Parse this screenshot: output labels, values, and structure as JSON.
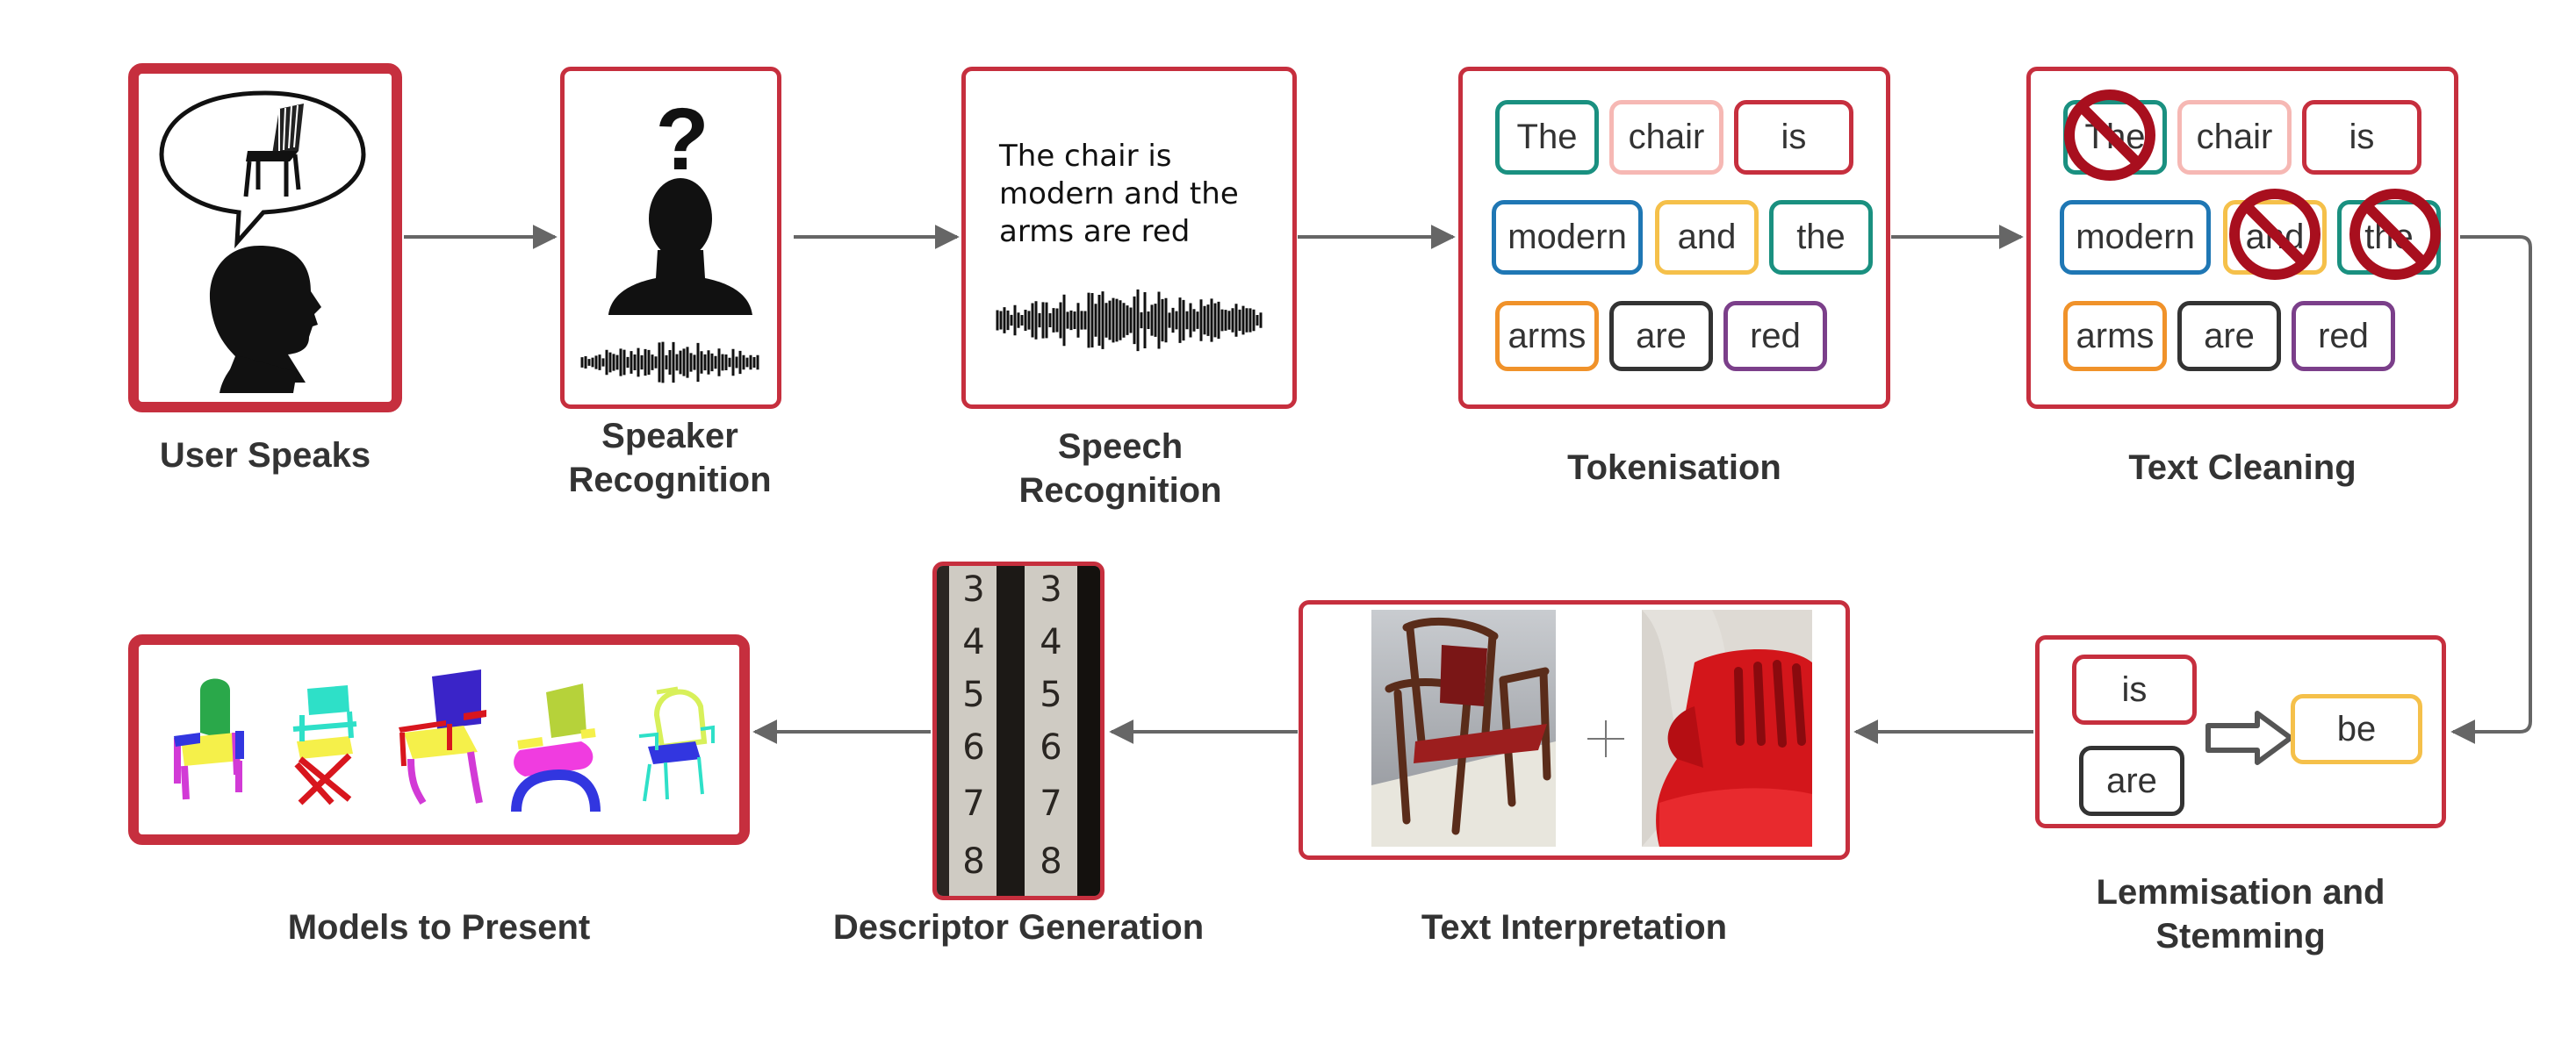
{
  "colors": {
    "box_border": "#c62f3e",
    "arrow": "#666666",
    "teal": "#1a9080",
    "pink": "#f6b8b4",
    "crimson": "#c62f3e",
    "blue": "#1f77b4",
    "yellow": "#f5c04a",
    "orange": "#f0922a",
    "dark": "#333333",
    "purple": "#7b3f8a",
    "ban": "#a80f1e"
  },
  "stages": {
    "user_speaks": "User Speaks",
    "speaker_recognition": [
      "Speaker",
      "Recognition"
    ],
    "speech_recognition": [
      "Speech",
      "Recognition"
    ],
    "tokenisation": "Tokenisation",
    "text_cleaning": "Text Cleaning",
    "lemmisation": [
      "Lemmisation and",
      "Stemming"
    ],
    "text_interpretation": "Text Interpretation",
    "descriptor_generation": "Descriptor Generation",
    "models_to_present": "Models to Present"
  },
  "speaker_icon_text": "?",
  "speech_text": [
    "The chair is",
    "modern and the",
    "arms are red"
  ],
  "tokens": [
    {
      "text": "The",
      "color": "teal"
    },
    {
      "text": "chair",
      "color": "pink"
    },
    {
      "text": "is",
      "color": "crimson"
    },
    {
      "text": "modern",
      "color": "blue"
    },
    {
      "text": "and",
      "color": "yellow"
    },
    {
      "text": "the",
      "color": "teal"
    },
    {
      "text": "arms",
      "color": "orange"
    },
    {
      "text": "are",
      "color": "dark"
    },
    {
      "text": "red",
      "color": "purple"
    }
  ],
  "cleaning_removed": [
    "The",
    "and",
    "the"
  ],
  "lemma": {
    "inputs": [
      {
        "text": "is",
        "color": "crimson"
      },
      {
        "text": "are",
        "color": "dark"
      }
    ],
    "output": {
      "text": "be",
      "color": "yellow"
    }
  },
  "interpretation_plus": "+",
  "descriptor_digits": [
    "3",
    "4",
    "5",
    "6",
    "7",
    "8"
  ]
}
